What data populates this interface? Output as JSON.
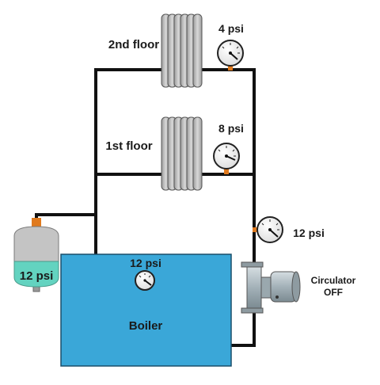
{
  "labels": {
    "floor2": "2nd floor",
    "floor1": "1st floor",
    "boiler": "Boiler",
    "circulator_line1": "Circulator",
    "circulator_line2": "OFF"
  },
  "gauges": {
    "floor2": "4 psi",
    "floor1": "8 psi",
    "supply": "12 psi",
    "boiler": "12 psi",
    "expansion_tank": "12 psi"
  },
  "colors": {
    "pipe": "#111111",
    "boiler_fill": "#3aa7d8",
    "radiator_fill": "#bdbdbd",
    "expansion_tank_water": "#63d3c0",
    "expansion_tank_air": "#c4c4c4",
    "fitting": "#e07a1e",
    "pump_fill": "#a9b6bd"
  }
}
